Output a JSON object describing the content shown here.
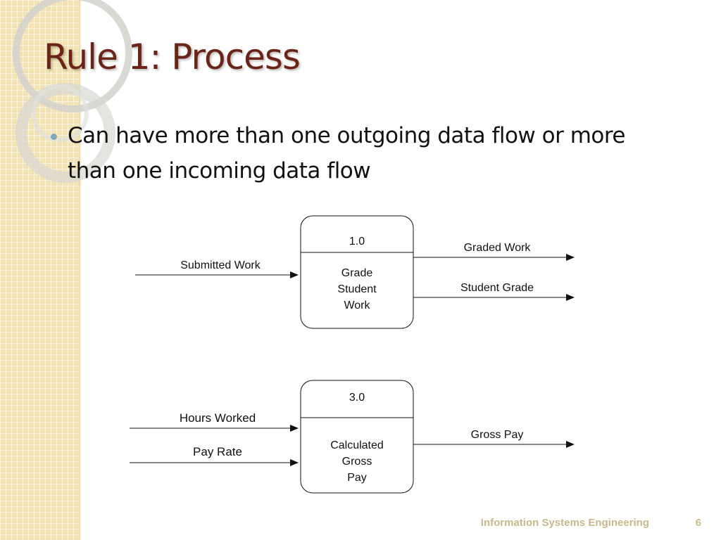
{
  "slide": {
    "title": "Rule 1: Process",
    "bullet": "Can have more than one outgoing data flow or more than one incoming data flow"
  },
  "diagram": {
    "process_1": {
      "number": "1.0",
      "name_lines": [
        "Grade",
        "Student",
        "Work"
      ],
      "inputs": [
        "Submitted Work"
      ],
      "outputs": [
        "Graded Work",
        "Student Grade"
      ]
    },
    "process_2": {
      "number": "3.0",
      "name_lines": [
        "Calculated",
        "Gross",
        "Pay"
      ],
      "inputs": [
        "Hours Worked",
        "Pay Rate"
      ],
      "outputs": [
        "Gross Pay"
      ]
    }
  },
  "footer": {
    "course": "Information Systems Engineering",
    "page_number": "6"
  },
  "colors": {
    "title": "#6b2418",
    "bullet_dot": "#7fa8b8",
    "footer": "#c8b88a",
    "left_band": "#f2e2b4"
  }
}
